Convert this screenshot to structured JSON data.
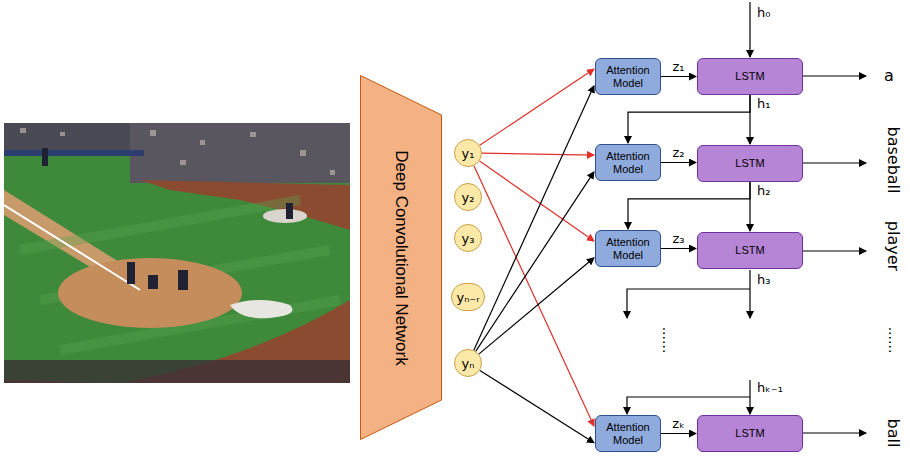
{
  "diagram": {
    "nodes": [
      {
        "text": [
          "Deep Convolutional Network"
        ]
      },
      {
        "text": [
          "y₁"
        ]
      },
      {
        "text": [
          "y₂"
        ]
      },
      {
        "text": [
          "y₃"
        ]
      },
      {
        "text": [
          "yₙ₋ᵣ"
        ]
      },
      {
        "text": [
          "yₙ"
        ]
      },
      {
        "text": [
          "Attention Model"
        ]
      },
      {
        "text": [
          "LSTM"
        ]
      },
      {
        "text": [
          "Attention Model"
        ]
      },
      {
        "text": [
          "LSTM"
        ]
      },
      {
        "text": [
          "Attention Model"
        ]
      },
      {
        "text": [
          "LSTM"
        ]
      },
      {
        "text": [
          "Attention Model"
        ]
      },
      {
        "text": [
          "LSTM"
        ]
      }
    ],
    "edges": [
      {
        "from": 1,
        "to": 6,
        "arrow": "to"
      },
      {
        "from": 1,
        "to": 8,
        "arrow": "to"
      },
      {
        "from": 1,
        "to": 10,
        "arrow": "to"
      },
      {
        "from": 1,
        "to": 12,
        "arrow": "to"
      },
      {
        "from": 5,
        "to": 6,
        "arrow": "to"
      },
      {
        "from": 5,
        "to": 8,
        "arrow": "to"
      },
      {
        "from": 5,
        "to": 10,
        "arrow": "to"
      },
      {
        "from": 5,
        "to": 12,
        "arrow": "to"
      },
      {
        "from": 6,
        "to": 7,
        "label": "z₁",
        "arrow": "to"
      },
      {
        "from": 7,
        "to": 9,
        "label": "h₁",
        "arrow": "to"
      },
      {
        "from": 7,
        "to": 8,
        "arrow": "to"
      },
      {
        "from": 8,
        "to": 9,
        "label": "z₂",
        "arrow": "to"
      },
      {
        "from": 9,
        "to": 11,
        "label": "h₂",
        "arrow": "to"
      },
      {
        "from": 9,
        "to": 10,
        "arrow": "to"
      },
      {
        "from": 10,
        "to": 11,
        "label": "z₃",
        "arrow": "to"
      },
      {
        "from": 12,
        "to": 13,
        "label": "zₖ",
        "arrow": "to"
      }
    ],
    "labels": [
      "h₀",
      "h₃",
      "hₖ₋₁",
      "a",
      "baseball",
      "player",
      "......",
      "......",
      "ball"
    ]
  }
}
